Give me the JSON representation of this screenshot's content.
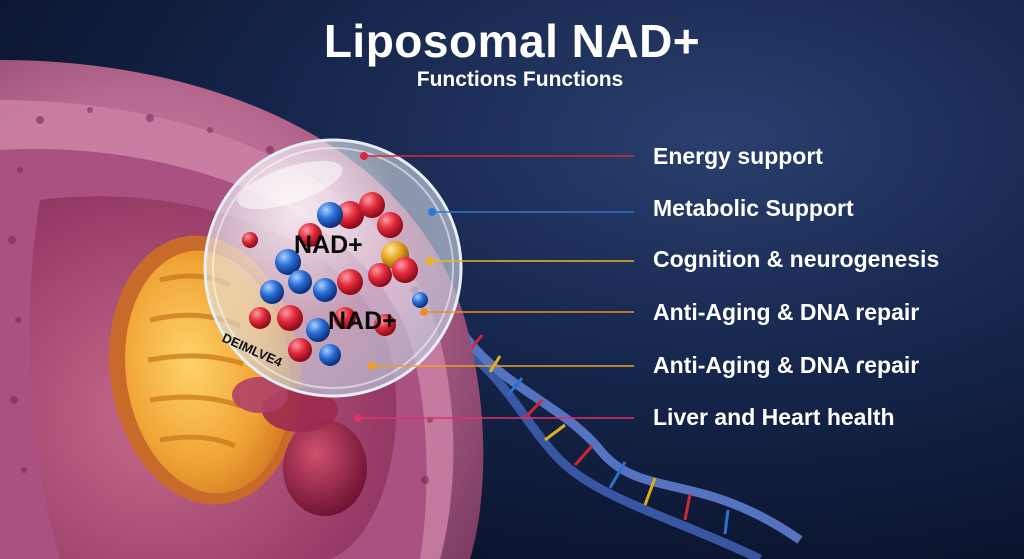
{
  "header": {
    "title": "Liposomal NAD+",
    "subtitle": "Functions Functions"
  },
  "liposome": {
    "label_top": "NAD+",
    "label_bottom": "NAD+",
    "membrane_label": "DEIMLVE4"
  },
  "functions": [
    {
      "label": "Energy support",
      "color": "#d8283a"
    },
    {
      "label": "Metabolic Support",
      "color": "#2a78d6"
    },
    {
      "label": "Cognition & neurogenesis",
      "color": "#e6b81c"
    },
    {
      "label": "Anti-Aging & DNA repair",
      "color": "#ec8d22"
    },
    {
      "label": "Anti-Aging & DNA ɾepair",
      "color": "#f0a020"
    },
    {
      "label": "Liver and Heart health",
      "color": "#e0306a"
    }
  ]
}
